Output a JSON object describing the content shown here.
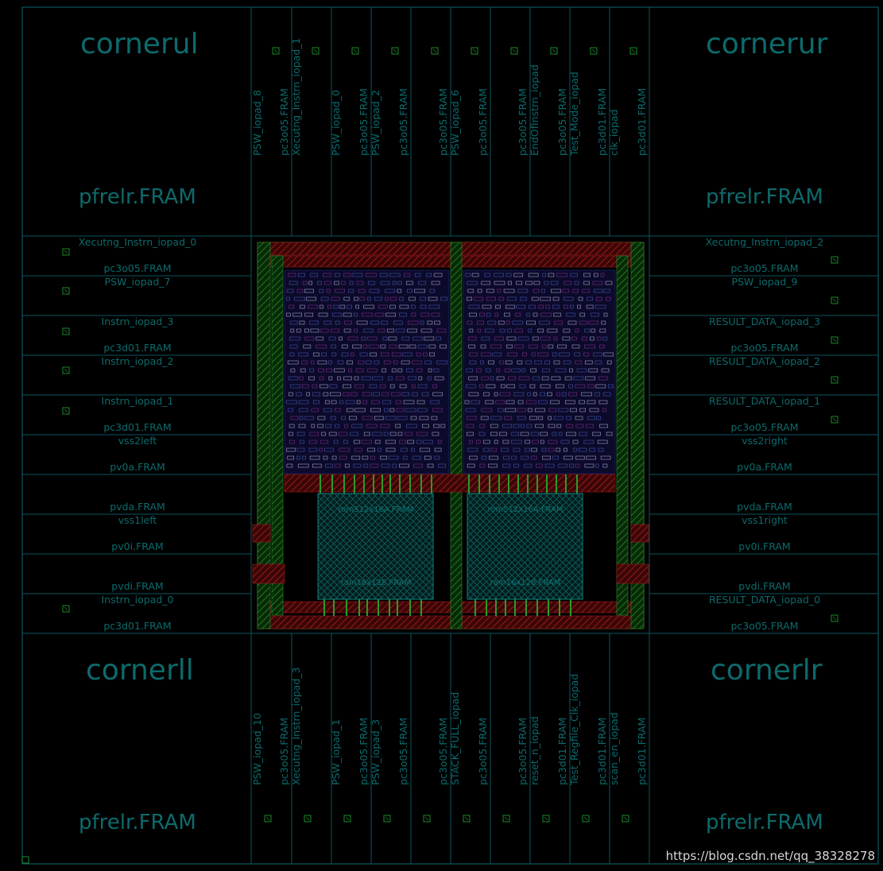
{
  "colors": {
    "outline": "#0d5560",
    "text": "#0d6a6c",
    "pin": "#1a8a2a",
    "core_red": "#8a1414",
    "core_green": "#1e7a1e",
    "core_blue": "#1a1060",
    "macro": "#0d6e6e"
  },
  "corners": [
    {
      "name": "cornerul",
      "lib": "pfrelr.FRAM"
    },
    {
      "name": "cornerur",
      "lib": "pfrelr.FRAM"
    },
    {
      "name": "cornerll",
      "lib": "pfrelr.FRAM"
    },
    {
      "name": "cornerlr",
      "lib": "pfrelr.FRAM"
    }
  ],
  "top_labels": [
    "PSW_iopad_8",
    "pc3o05.FRAM",
    "Xecutng_Instrn_iopad_1",
    "PSW_iopad_0",
    "pc3o05.FRAM",
    "PSW_iopad_2",
    "pc3o05.FRAM",
    "pc3o05.FRAM",
    "PSW_iopad_6",
    "pc3o05.FRAM",
    "pc3o05.FRAM",
    "EndOfInstrn_iopad",
    "pc3o05.FRAM",
    "Test_Mode_iopad",
    "pc3d01.FRAM",
    "clk_iopad",
    "pc3d01.FRAM"
  ],
  "bottom_labels": [
    "PSW_iopad_10",
    "pc3o05.FRAM",
    "Xecutng_Instrn_iopad_3",
    "PSW_iopad_1",
    "pc3o05.FRAM",
    "PSW_iopad_3",
    "pc3o05.FRAM",
    "pc3o05.FRAM",
    "STACK_FULL_iopad",
    "pc3o05.FRAM",
    "pc3o05.FRAM",
    "reset_n_iopad",
    "pc3d01.FRAM",
    "Test_Regfile_Clk_iopad",
    "pc3d01.FRAM",
    "scan_en_iopad",
    "pc3d01.FRAM"
  ],
  "left_pads": [
    {
      "name": "Xecutng_Instrn_iopad_0",
      "lib": "pc3o05.FRAM"
    },
    {
      "name": "PSW_iopad_7",
      "lib": ""
    },
    {
      "name": "Instrn_iopad_3",
      "lib": "pc3d01.FRAM"
    },
    {
      "name": "Instrn_iopad_2",
      "lib": ""
    },
    {
      "name": "Instrn_iopad_1",
      "lib": "pc3d01.FRAM"
    },
    {
      "name": "vss2left",
      "lib": "pv0a.FRAM"
    },
    {
      "name": "",
      "lib": "pvda.FRAM"
    },
    {
      "name": "vss1left",
      "lib": "pv0i.FRAM"
    },
    {
      "name": "",
      "lib": "pvdi.FRAM"
    },
    {
      "name": "Instrn_iopad_0",
      "lib": "pc3d01.FRAM"
    }
  ],
  "right_pads": [
    {
      "name": "Xecutng_Instrn_iopad_2",
      "lib": "pc3o05.FRAM"
    },
    {
      "name": "PSW_iopad_9",
      "lib": ""
    },
    {
      "name": "RESULT_DATA_iopad_3",
      "lib": "pc3o05.FRAM"
    },
    {
      "name": "RESULT_DATA_iopad_2",
      "lib": ""
    },
    {
      "name": "RESULT_DATA_iopad_1",
      "lib": "pc3o05.FRAM"
    },
    {
      "name": "vss2right",
      "lib": "pv0a.FRAM"
    },
    {
      "name": "",
      "lib": "pvda.FRAM"
    },
    {
      "name": "vss1right",
      "lib": "pv0i.FRAM"
    },
    {
      "name": "",
      "lib": "pvdi.FRAM"
    },
    {
      "name": "RESULT_DATA_iopad_0",
      "lib": "pc3o05.FRAM"
    }
  ],
  "macros": [
    {
      "label_top": "rom512x16A.FRAM",
      "label_bottom": "ram16x128.FRAM"
    },
    {
      "label_top": "rom512x16A.FRAM",
      "label_bottom": "ram16x128.FRAM"
    }
  ],
  "watermark": "https://blog.csdn.net/qq_38328278"
}
